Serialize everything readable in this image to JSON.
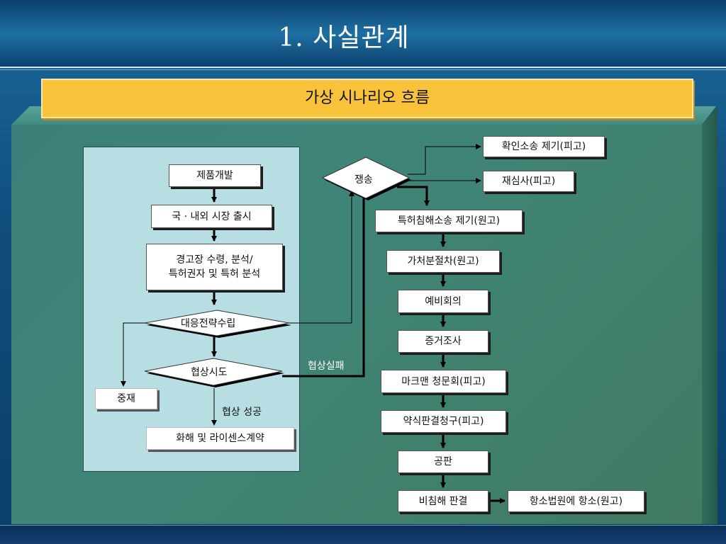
{
  "slide_title": "1. 사실관계",
  "banner_title": "가상 시나리오 흐름",
  "left_flow": {
    "product_dev": "제품개발",
    "market_release": "국 · 내외 시장 출시",
    "warning_line1": "경고장 수령, 분석/",
    "warning_line2": "특허권자 및 특허 분석",
    "strategy": "대응전략수립",
    "negotiation": "협상시도",
    "mediation": "중재",
    "negotiation_success": "협상 성공",
    "settlement": "화해 및 라이센스계약"
  },
  "negotiation_fail": "협상실패",
  "right_flow": {
    "dispute": "쟁송",
    "invalidation": "확인소송 제기(피고)",
    "reexam": "재심사(피고)",
    "infringement": "특허침해소송 제기(원고)",
    "injunction": "가처분절차(원고)",
    "preliminary": "예비회의",
    "discovery": "증거조사",
    "markman": "마크맨 청문회(피고)",
    "summary_judgment": "약식판결청구(피고)",
    "trial": "공판",
    "non_infringement": "비침해 판결",
    "appeal": "항소법원에 항소(원고)"
  }
}
